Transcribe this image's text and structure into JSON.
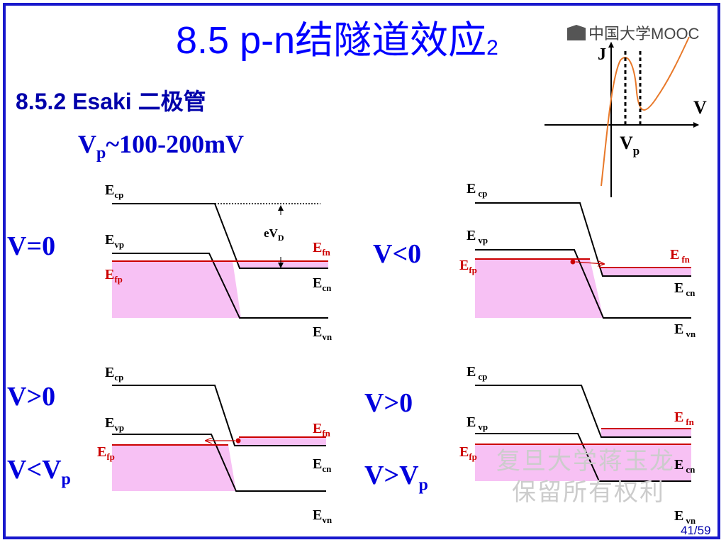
{
  "title": {
    "main": "8.5 p-n结隧道效应",
    "suffix": "2"
  },
  "logo": {
    "text": "中国大学MOOC"
  },
  "subtitle": "8.5.2 Esaki 二极管",
  "vp_range": {
    "base": "V",
    "sub": "p",
    "rest": "~100-200mV"
  },
  "iv_curve": {
    "y_axis": "J",
    "x_axis": "V",
    "peak_label_base": "V",
    "peak_label_sub": "p"
  },
  "band_labels": {
    "E": "E",
    "cp": "cp",
    "vp": "vp",
    "fp": "fp",
    "cn": "cn",
    "vn": "vn",
    "fn": "fn",
    "evd_base": "eV",
    "evd_sub": "D"
  },
  "conditions": {
    "v_eq_0": "V=0",
    "v_lt_0": "V<0",
    "v_gt_0_a": "V>0",
    "v_lt_vp": {
      "base": "V<V",
      "sub": "p"
    },
    "v_gt_0_b": "V>0",
    "v_gt_vp": {
      "base": "V>V",
      "sub": "p"
    }
  },
  "watermark": [
    "复旦大学蒋玉龙",
    "保留所有权利"
  ],
  "page_number": "41/59",
  "colors": {
    "accent": "#0000ff",
    "fermi": "#cc0000",
    "fill": "#f7c1f4",
    "curve": "#e8792a",
    "frame": "#1818cc"
  }
}
